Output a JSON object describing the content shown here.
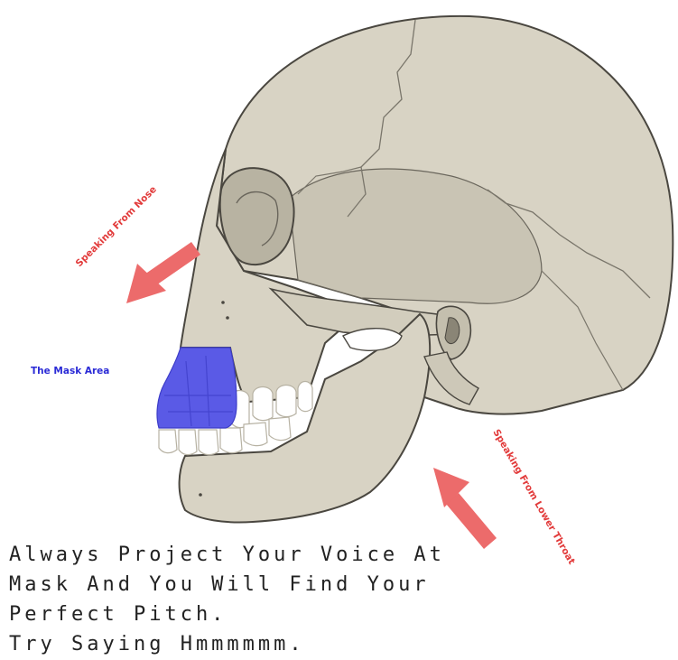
{
  "labels": {
    "nose": "Speaking From Nose",
    "mask": "The Mask Area",
    "throat": "Speaking From Lower Throat"
  },
  "caption": {
    "line1": "Always Project Your Voice At",
    "line2": "Mask And You Will Find Your",
    "line3": "Perfect Pitch.",
    "line4": "Try Saying Hmmmmmm."
  },
  "colors": {
    "bone": "#d8d3c4",
    "bone_shadow": "#c4bfae",
    "outline": "#4a4740",
    "mask": "#5a5ae6",
    "arrow": "#ec6b6b",
    "label_red": "#e23b3b",
    "label_blue": "#2a2ad6",
    "caption_text": "#222222"
  },
  "icons": {
    "nose_arrow": "arrow-down-left-icon",
    "throat_arrow": "arrow-up-left-icon"
  }
}
